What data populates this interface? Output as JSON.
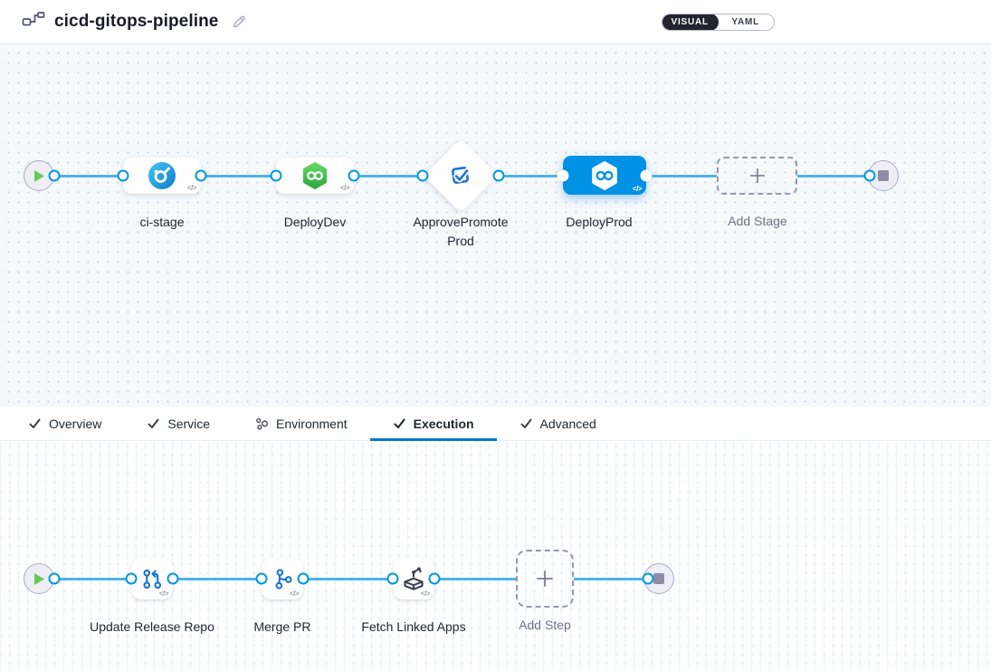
{
  "header": {
    "title": "cicd-gitops-pipeline",
    "view_toggle": {
      "visual_label": "VISUAL",
      "yaml_label": "YAML",
      "selected": "VISUAL"
    }
  },
  "stage_pipeline": {
    "stages": [
      {
        "name": "ci-stage",
        "type": "build",
        "icon": "ci-build-icon",
        "selected": false
      },
      {
        "name": "DeployDev",
        "type": "deployment",
        "icon": "cd-hexagon-icon",
        "selected": false
      },
      {
        "name": "ApprovePromoteProd",
        "type": "approval",
        "icon": "approval-check-icon",
        "selected": false
      },
      {
        "name": "DeployProd",
        "type": "deployment",
        "icon": "cd-hexagon-icon",
        "selected": true
      }
    ],
    "add_stage_label": "Add Stage",
    "code_badge": "</>"
  },
  "config_tabs": [
    {
      "label": "Overview",
      "icon": "check-icon",
      "active": false
    },
    {
      "label": "Service",
      "icon": "check-icon",
      "active": false
    },
    {
      "label": "Environment",
      "icon": "environment-icon",
      "active": false
    },
    {
      "label": "Execution",
      "icon": "check-icon",
      "active": true
    },
    {
      "label": "Advanced",
      "icon": "check-icon",
      "active": false
    }
  ],
  "execution": {
    "steps": [
      {
        "name": "Update Release Repo",
        "icon": "git-update-icon"
      },
      {
        "name": "Merge PR",
        "icon": "git-branch-icon"
      },
      {
        "name": "Fetch Linked Apps",
        "icon": "fetch-apps-icon"
      }
    ],
    "add_step_label": "Add Step",
    "code_badge": "</>"
  },
  "colors": {
    "accent_blue": "#0278d5",
    "selected_node_blue": "#0092e4",
    "connector_blue": "#4db3e8",
    "ci_icon_blue": "#1fa3e0",
    "cd_icon_green": "#3fbf4d",
    "play_green": "#68c958",
    "stop_gray": "#8f8da6",
    "toggle_dark": "#23242f"
  }
}
